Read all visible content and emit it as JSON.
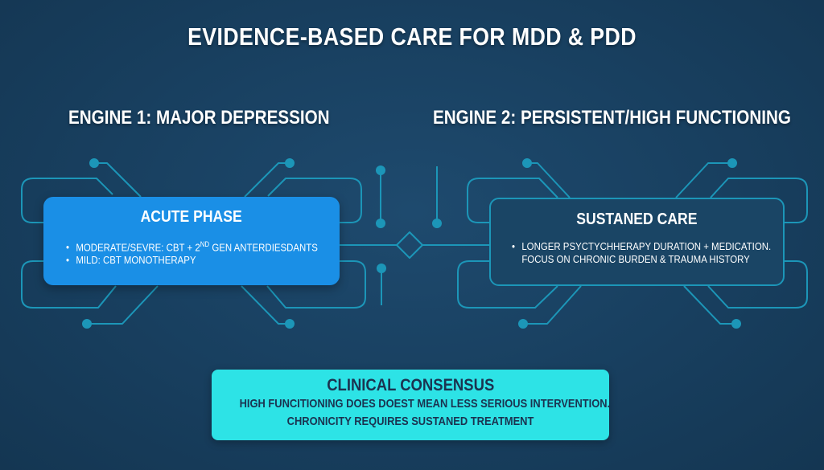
{
  "title": "EVIDENCE-BASED CARE FOR MDD & PDD",
  "engines": [
    {
      "heading": "ENGINE 1: MAJOR DEPRESSION",
      "box": {
        "title": "ACUTE PHASE",
        "bullets": [
          {
            "text_before": "MODERATE/SEVRE: CBT + 2",
            "superscript": "ND",
            "text_after": " GEN ANTERDIESDANTS"
          },
          {
            "text_before": "MILD: CBT MONOTHERAPY",
            "superscript": "",
            "text_after": ""
          }
        ]
      },
      "colors": {
        "box_fill": "#1a8fe6"
      }
    },
    {
      "heading": "ENGINE 2: PERSISTENT/HIGH FUNCTIONING",
      "box": {
        "title": "SUSTANED CARE",
        "bullets": [
          {
            "line1": "LONGER PSYCTYCHHERAPY DURATION + MEDICATION.",
            "line2": "FOCUS ON CHRONIC BURDEN & TRAUMA HISTORY"
          }
        ]
      },
      "colors": {
        "box_fill": "#1a4565",
        "box_border": "#1c96b8"
      }
    }
  ],
  "consensus": {
    "title": "CLINICAL CONSENSUS",
    "lines": [
      "HIGH FUNCITIONING DOES DOEST MEAN LESS SERIOUS INTERVENTION.",
      "CHRONICITY REQUIRES SUSTANED TREATMENT"
    ],
    "color": "#2de3e6"
  },
  "bullet_glyph": "•",
  "colors": {
    "background": "#183f5f",
    "circuit": "#1c96b8",
    "text": "#ffffff"
  }
}
